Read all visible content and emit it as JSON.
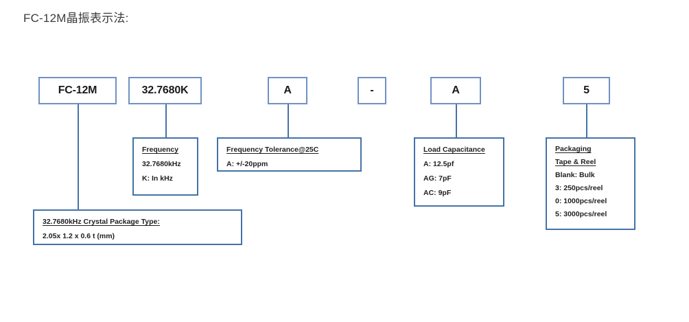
{
  "page": {
    "title": "FC-12M晶振表示法:",
    "accent_border": "#4472a8",
    "code_border": "#6f91c2",
    "background": "#ffffff"
  },
  "part_number_segments": [
    {
      "id": "package-type",
      "code": "FC-12M"
    },
    {
      "id": "frequency",
      "code": "32.7680K"
    },
    {
      "id": "frequency-tolerance",
      "code": "A"
    },
    {
      "id": "separator",
      "code": "-"
    },
    {
      "id": "load-capacitance",
      "code": "A"
    },
    {
      "id": "packaging",
      "code": "5"
    }
  ],
  "detail_boxes": {
    "package_type": {
      "heading": "32.7680kHz Crystal Package Type:",
      "lines": [
        "2.05x 1.2 x 0.6 t (mm)"
      ]
    },
    "frequency": {
      "heading": "Frequency",
      "lines": [
        "32.7680kHz",
        "K:  In kHz"
      ]
    },
    "frequency_tolerance": {
      "heading": "Frequency Tolerance@25C",
      "lines": [
        "A:  +/-20ppm"
      ]
    },
    "load_capacitance": {
      "heading": "Load Capacitance",
      "lines": [
        "A:  12.5pf",
        "AG: 7pF",
        "AC: 9pF"
      ]
    },
    "packaging": {
      "heading": "Packaging",
      "subheading": "Tape & Reel",
      "lines": [
        "Blank:  Bulk",
        "3:  250pcs/reel",
        "0:  1000pcs/reel",
        "5:  3000pcs/reel"
      ]
    }
  }
}
